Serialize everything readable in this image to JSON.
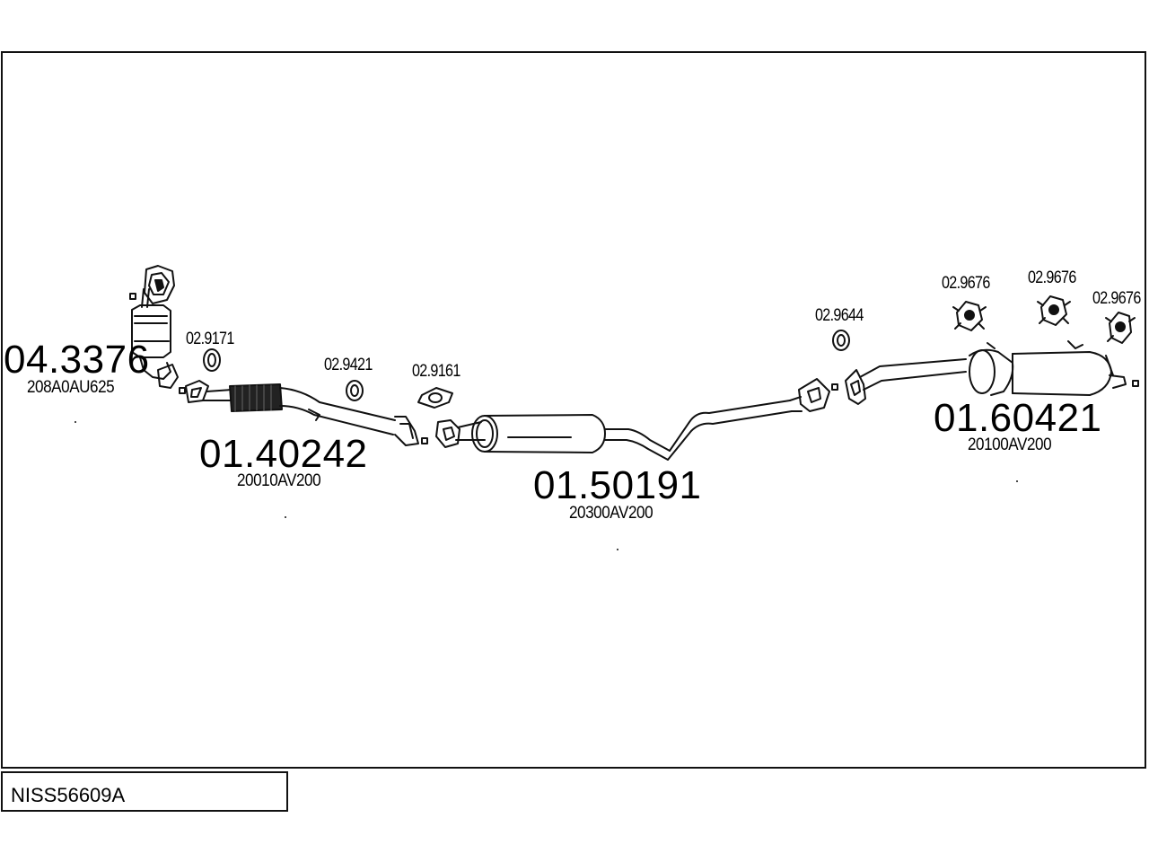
{
  "diagram_id": "NISS56609A",
  "parts": [
    {
      "number": "04.3376",
      "oe_code": "208A0AU625"
    },
    {
      "number": "01.40242",
      "oe_code": "20010AV200"
    },
    {
      "number": "01.50191",
      "oe_code": "20300AV200"
    },
    {
      "number": "01.60421",
      "oe_code": "20100AV200"
    }
  ],
  "accessories": [
    "02.9171",
    "02.9421",
    "02.9161",
    "02.9644",
    "02.9676",
    "02.9676",
    "02.9676"
  ]
}
